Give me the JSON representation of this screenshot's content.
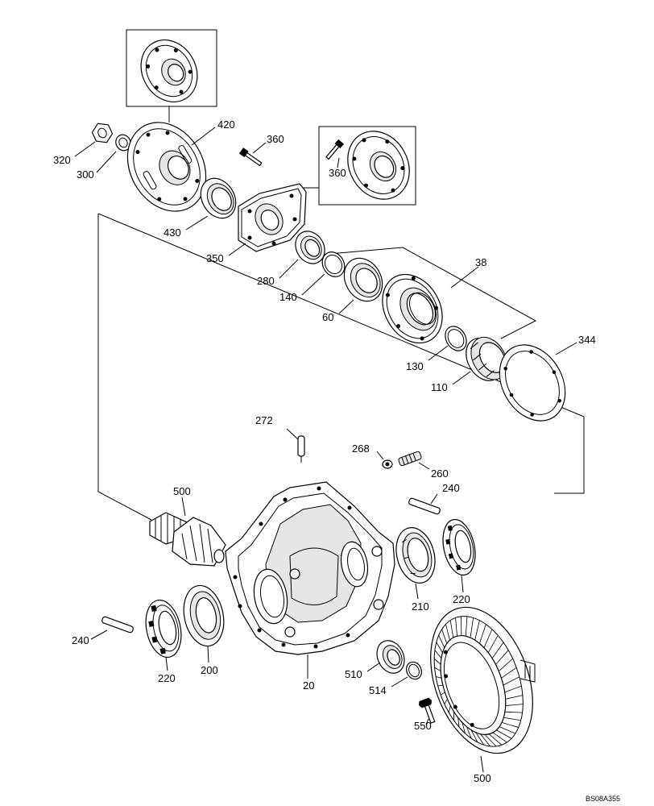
{
  "figure_ref": "BS08A355",
  "parts": [
    {
      "id": "p320",
      "label": "320"
    },
    {
      "id": "p300",
      "label": "300"
    },
    {
      "id": "p420",
      "label": "420"
    },
    {
      "id": "p430",
      "label": "430"
    },
    {
      "id": "p360a",
      "label": "360"
    },
    {
      "id": "p360b",
      "label": "360"
    },
    {
      "id": "p350",
      "label": "350"
    },
    {
      "id": "p280",
      "label": "280"
    },
    {
      "id": "p140",
      "label": "140"
    },
    {
      "id": "p60",
      "label": "60"
    },
    {
      "id": "p38",
      "label": "38"
    },
    {
      "id": "p130",
      "label": "130"
    },
    {
      "id": "p110",
      "label": "110"
    },
    {
      "id": "p344",
      "label": "344"
    },
    {
      "id": "p272",
      "label": "272"
    },
    {
      "id": "p268",
      "label": "268"
    },
    {
      "id": "p260",
      "label": "260"
    },
    {
      "id": "p240a",
      "label": "240"
    },
    {
      "id": "p500a",
      "label": "500"
    },
    {
      "id": "p210",
      "label": "210"
    },
    {
      "id": "p220a",
      "label": "220"
    },
    {
      "id": "p240b",
      "label": "240"
    },
    {
      "id": "p220b",
      "label": "220"
    },
    {
      "id": "p200",
      "label": "200"
    },
    {
      "id": "p20",
      "label": "20"
    },
    {
      "id": "p510",
      "label": "510"
    },
    {
      "id": "p514",
      "label": "514"
    },
    {
      "id": "p550",
      "label": "550"
    },
    {
      "id": "p500b",
      "label": "500"
    }
  ]
}
